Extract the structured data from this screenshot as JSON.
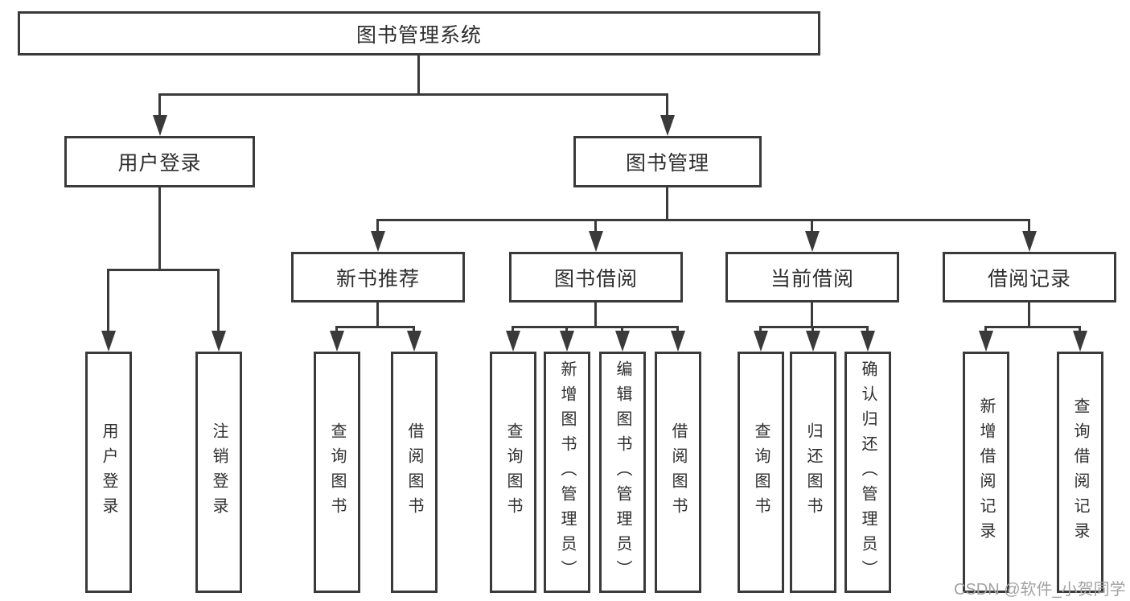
{
  "tree": {
    "label": "图书管理系统",
    "children": [
      {
        "label": "用户登录",
        "children": [
          {
            "label": "用户登录"
          },
          {
            "label": "注销登录"
          }
        ]
      },
      {
        "label": "图书管理",
        "children": [
          {
            "label": "新书推荐",
            "children": [
              {
                "label": "查询图书"
              },
              {
                "label": "借阅图书"
              }
            ]
          },
          {
            "label": "图书借阅",
            "children": [
              {
                "label": "查询图书"
              },
              {
                "label": "新增图书（管理员）"
              },
              {
                "label": "编辑图书（管理员）"
              },
              {
                "label": "借阅图书"
              }
            ]
          },
          {
            "label": "当前借阅",
            "children": [
              {
                "label": "查询图书"
              },
              {
                "label": "归还图书"
              },
              {
                "label": "确认归还（管理员）"
              }
            ]
          },
          {
            "label": "借阅记录",
            "children": [
              {
                "label": "新增借阅记录"
              },
              {
                "label": "查询借阅记录"
              }
            ]
          }
        ]
      }
    ]
  },
  "watermark": {
    "text": "CSDN @软件_小贺同学"
  },
  "colors": {
    "line": "#3a3a3a",
    "text": "#2e2e2e",
    "watermark": "#a3a3a3",
    "background": "#ffffff"
  }
}
